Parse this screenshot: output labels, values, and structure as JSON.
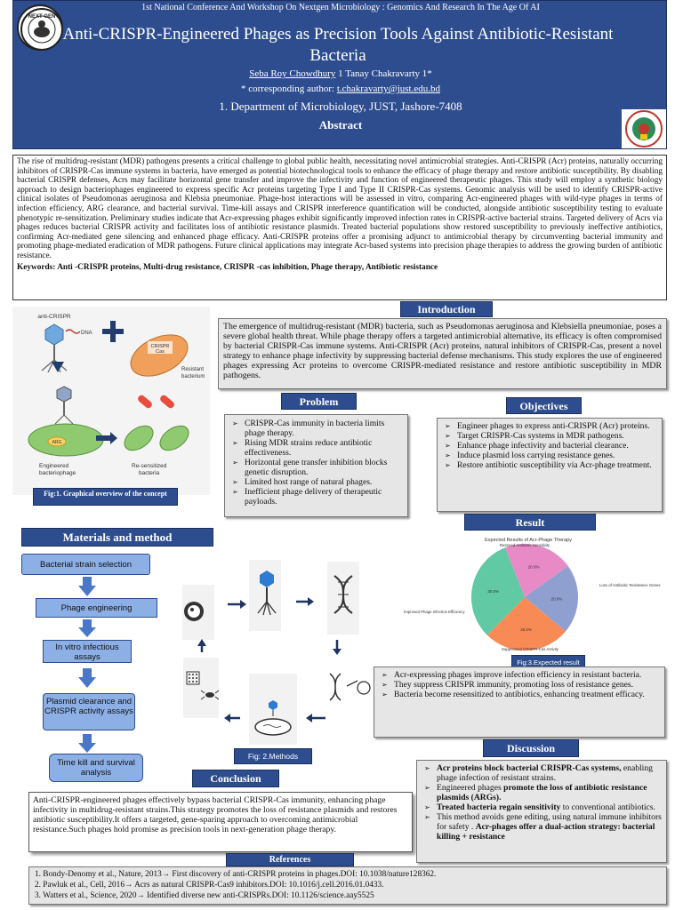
{
  "header": {
    "conference": "1st National Conference And Workshop On Nextgen Microbiology : Genomics And Research In The Age Of AI",
    "title": "Anti-CRISPR-Engineered Phages as Precision Tools Against Antibiotic-Resistant Bacteria",
    "author1": "Seba Roy Chowdhury",
    "author_sep": " 1 ",
    "author2": "Tanay Chakravarty 1*",
    "corresponding_label": "* corresponding author: ",
    "corresponding_email": "t.chakravarty@just.edu.bd",
    "department": "1. Department of Microbiology, JUST, Jashore-7408",
    "abstract_heading": "Abstract",
    "logo_left_text": "NEXT GEN"
  },
  "abstract": {
    "text": "The rise of multidrug-resistant (MDR) pathogens presents a critical challenge to global public health, necessitating novel antimicrobial strategies. Anti-CRISPR (Acr) proteins, naturally occurring inhibitors of CRISPR-Cas immune systems in bacteria, have emerged as potential biotechnological tools to enhance the efficacy of phage therapy and restore antibiotic susceptibility. By disabling bacterial CRISPR defenses, Acrs may facilitate horizontal gene transfer and improve the infectivity and function of engineered therapeutic phages. This study will employ a synthetic biology approach to design bacteriophages engineered to express specific Acr proteins targeting Type I and Type II CRISPR-Cas systems. Genomic analysis will be used to identify CRISPR-active clinical isolates of Pseudomonas aeruginosa and Klebsia pneumoniae. Phage-host interactions will be assessed in vitro, comparing Acr-engineered phages with wild-type phages in terms of infection efficiency, ARG clearance, and bacterial survival. Time-kill assays and CRISPR interference quantification will be conducted, alongside antibiotic susceptibility testing to evaluate phenotypic re-sensitization. Preliminary studies indicate that Acr-expressing phages exhibit significantly improved infection rates in CRISPR-active bacterial strains. Targeted delivery of Acrs via phages reduces bacterial CRISPR activity and facilitates loss of antibiotic resistance plasmids. Treated bacterial populations show restored susceptibility to previously ineffective antibiotics, confirming Acr-mediated gene silencing and enhanced phage efficacy. Anti-CRISPR proteins offer a promising adjunct to antimicrobial therapy by circumventing bacterial immunity and promoting phage-mediated eradication of MDR pathogens. Future clinical applications may integrate Acr-based systems into precision phage therapies to address the growing burden of antibiotic resistance.",
    "keywords": "Keywords: Anti -CRISPR proteins, Multi-drug resistance, CRISPR -cas inhibition, Phage therapy, Antibiotic resistance"
  },
  "introduction": {
    "label": "Introduction",
    "text": "The emergence of multidrug-resistant (MDR) bacteria, such as Pseudomonas aeruginosa and Klebsiella pneumoniae, poses a severe global health threat. While phage therapy offers a targeted antimicrobial alternative, its efficacy is often compromised by bacterial CRISPR-Cas immune systems. Anti-CRISPR (Acr) proteins, natural inhibitors of CRISPR-Cas, present a novel strategy to enhance phage infectivity by suppressing bacterial defense mechanisms. This study explores the use of engineered phages expressing Acr proteins to overcome CRISPR-mediated resistance and restore antibiotic susceptibility in MDR pathogens."
  },
  "figure1": {
    "caption": "Fig:1. Graphical overview of the concept",
    "labels": {
      "anti_crispr": "anti-CRISPR",
      "dna": "DNA",
      "crispr": "CRISPR",
      "cas": "Cas",
      "resistant": "Resistant",
      "bacterium": "bacterium",
      "arg": "ARG",
      "engineered": "Engineered",
      "bacteriophage": "bacteriophage",
      "resensitized": "Re-sensitized",
      "bacteria": "bacteria"
    }
  },
  "problem": {
    "label": "Problem",
    "items": [
      "CRISPR-Cas immunity in bacteria limits phage therapy.",
      "Rising MDR strains reduce antibiotic effectiveness.",
      "Horizontal gene transfer inhibition blocks genetic disruption.",
      "Limited host range of natural phages.",
      "Inefficient phage delivery of therapeutic payloads."
    ]
  },
  "objectives": {
    "label": "Objectives",
    "items": [
      "Engineer phages to express anti-CRISPR (Acr) proteins.",
      "Target CRISPR-Cas systems in MDR pathogens.",
      "Enhance phage infectivity and bacterial clearance.",
      "Induce plasmid loss carrying resistance genes.",
      "Restore antibiotic susceptibility via Acr-phage treatment."
    ]
  },
  "materials": {
    "label": "Materials and method",
    "steps": [
      "Bacterial strain selection",
      "Phage engineering",
      "In vitro infectious assays",
      "Plasmid clearance and CRISPR activity assays",
      "Time kill and survival analysis"
    ],
    "fig2_caption": "Fig: 2.Methods"
  },
  "result": {
    "label": "Result",
    "fig3_caption": "Fig:3.Expected result",
    "items": [
      "Acr-expressing phages improve infection efficiency in resistant bacteria.",
      "They suppress CRISPR immunity, promoting loss of resistance genes.",
      "Bacteria become resensitized to antibiotics, enhancing treatment efficacy."
    ]
  },
  "chart_data": {
    "type": "pie",
    "title": "Expected Results of Acr-Phage Therapy",
    "categories": [
      "Restored Antibiotic Sensitivity",
      "Loss of Antibiotic Resistance Genes",
      "Suppressed CRISPR-Cas Activity",
      "Improved Phage Infection Efficiency"
    ],
    "values": [
      20.0,
      20.0,
      25.0,
      30.0
    ],
    "value_labels": [
      "20.0%",
      "20.0%",
      "25.0%",
      "30.0%"
    ],
    "colors": [
      "#e88ac6",
      "#8fa0d0",
      "#f88a56",
      "#61c9a4"
    ]
  },
  "conclusion": {
    "label": "Conclusion",
    "text": "Anti-CRISPR-engineered phages effectively bypass bacterial CRISPR-Cas immunity, enhancing phage infectivity in multidrug-resistant strains.This strategy promotes the loss of resistance plasmids and restores antibiotic susceptibility.It offers a targeted, gene-sparing approach to overcoming antimicrobial resistance.Such phages hold promise as precision tools in next-generation phage therapy."
  },
  "discussion": {
    "label": "Discussion",
    "items": [
      {
        "bold": "Acr  proteins block bacterial CRISPR-Cas systems,",
        "normal": " enabling phage infection of resistant strains."
      },
      {
        "normal": "Engineered phages ",
        "bold": "promote the loss of antibiotic resistance plasmids (ARGs)."
      },
      {
        "bold": "Treated bacteria regain sensitivity",
        "normal": " to conventional antibiotics."
      },
      {
        "normal": "This method avoids gene editing, using natural immune inhibitors for safety . ",
        "bold": "Acr-phages offer a dual-action strategy: bacterial killing + resistance"
      }
    ]
  },
  "references": {
    "label": "References",
    "items": [
      "1.    Bondy-Denomy et al., Nature, 2013→ First discovery of anti-CRISPR proteins in phages.DOI: 10.1038/nature128362.",
      "2.    Pawluk et al., Cell, 2016→ Acrs as natural CRISPR-Cas9 inhibitors.DOI: 10.1016/j.cell.2016.01.0433.",
      "3.    Watters et al., Science, 2020→ Identified diverse new anti-CRISPRs.DOI: 10.1126/science.aay5525"
    ]
  }
}
